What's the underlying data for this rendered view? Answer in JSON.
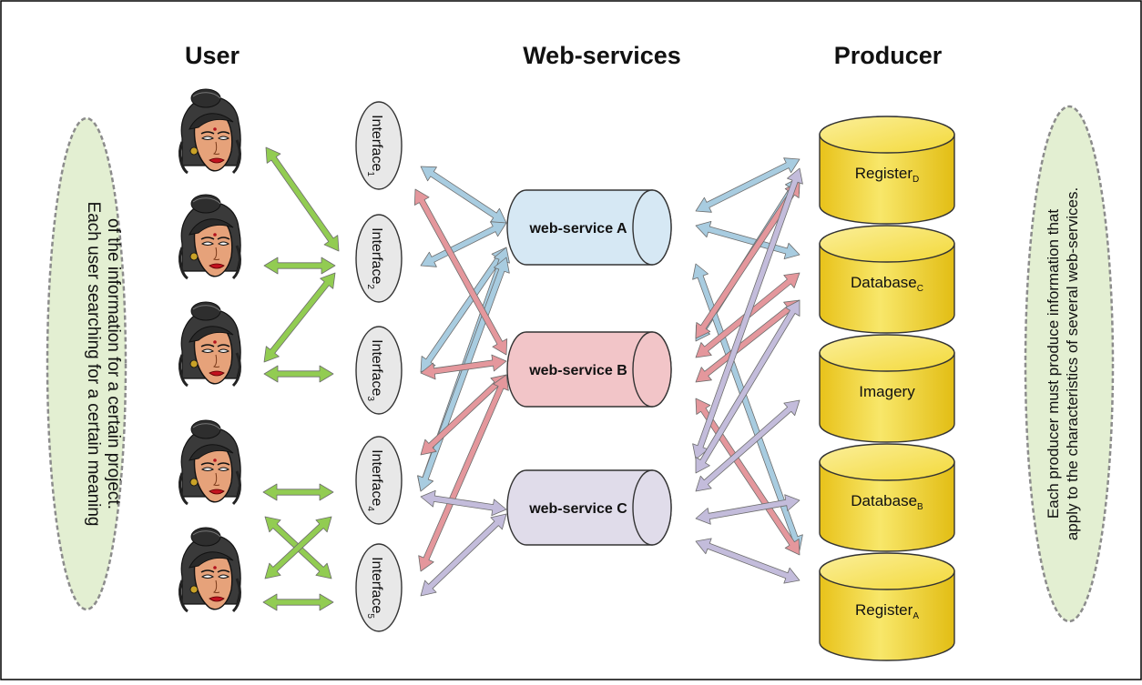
{
  "headings": {
    "user": "User",
    "web_services": "Web-services",
    "producer": "Producer"
  },
  "notes": {
    "left": [
      "Each user searching for a certain meaning",
      "of the information for a certain project."
    ],
    "right": [
      "Each producer must produce information that",
      "apply to the characteristics of several web-services."
    ]
  },
  "interfaces": [
    {
      "label": "Interface",
      "sub": "1"
    },
    {
      "label": "Interface",
      "sub": "2"
    },
    {
      "label": "Interface",
      "sub": "3"
    },
    {
      "label": "Interface",
      "sub": "4"
    },
    {
      "label": "Interface",
      "sub": "5"
    }
  ],
  "web_services": [
    {
      "label": "web-service A",
      "color": "#d6e8f4"
    },
    {
      "label": "web-service B",
      "color": "#f2c5c8"
    },
    {
      "label": "web-service C",
      "color": "#e0dcea"
    }
  ],
  "producers": [
    {
      "label": "Register",
      "sub": "D"
    },
    {
      "label": "Database",
      "sub": "C"
    },
    {
      "label": "Imagery",
      "sub": ""
    },
    {
      "label": "Database",
      "sub": "B"
    },
    {
      "label": "Register",
      "sub": "A"
    }
  ],
  "users_count": 5,
  "colors": {
    "green_arrow": "#92cc52",
    "blue_arrow": "#a8cce0",
    "red_arrow": "#e4979c",
    "purple_arrow": "#c3bcdb",
    "note_fill": "#e3efd2",
    "db_fill": "#f2dc45",
    "interface_fill": "#e8e8e8"
  }
}
